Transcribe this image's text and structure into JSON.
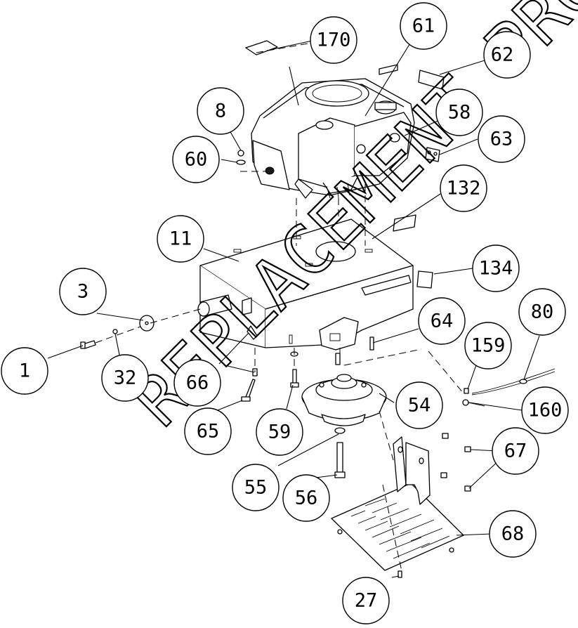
{
  "watermark": "REPLACEMENT PRODUCTS",
  "callouts": [
    {
      "label": "170"
    },
    {
      "label": "61"
    },
    {
      "label": "62"
    },
    {
      "label": "8"
    },
    {
      "label": "58"
    },
    {
      "label": "63"
    },
    {
      "label": "60"
    },
    {
      "label": "132"
    },
    {
      "label": "11"
    },
    {
      "label": "134"
    },
    {
      "label": "3"
    },
    {
      "label": "80"
    },
    {
      "label": "64"
    },
    {
      "label": "159"
    },
    {
      "label": "1"
    },
    {
      "label": "32"
    },
    {
      "label": "66"
    },
    {
      "label": "54"
    },
    {
      "label": "160"
    },
    {
      "label": "65"
    },
    {
      "label": "59"
    },
    {
      "label": "67"
    },
    {
      "label": "55"
    },
    {
      "label": "56"
    },
    {
      "label": "68"
    },
    {
      "label": "27"
    }
  ]
}
